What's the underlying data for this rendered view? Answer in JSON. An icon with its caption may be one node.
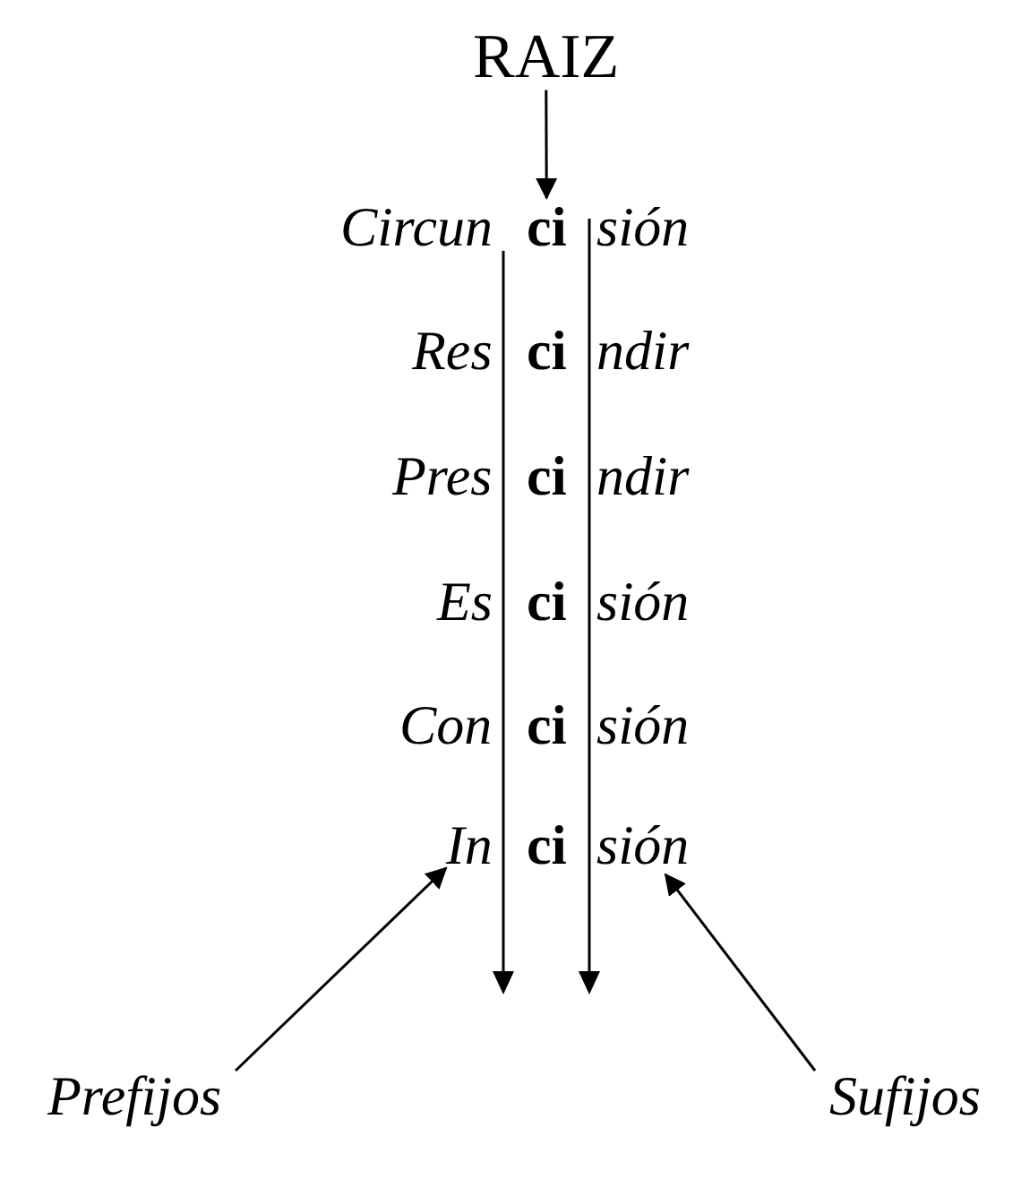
{
  "diagram": {
    "nodes": [
      {
        "text": [
          "RAIZ"
        ]
      },
      {
        "text": [
          "ci"
        ]
      },
      {
        "text": [
          "In"
        ]
      },
      {
        "text": [
          "sión"
        ]
      },
      {
        "text": [
          "Prefijos"
        ]
      },
      {
        "text": [
          "Sufijos"
        ]
      }
    ],
    "edges": [
      {
        "from": 0,
        "to": 1,
        "arrow": "to"
      },
      {
        "from": 4,
        "to": 2,
        "arrow": "to"
      },
      {
        "from": 5,
        "to": 3,
        "arrow": "to"
      }
    ],
    "labels": [
      "Circun",
      "sión",
      "Res",
      "ci",
      "ndir",
      "Pres",
      "ci",
      "ndir",
      "Es",
      "ci",
      "sión",
      "Con",
      "ci",
      "sión",
      "ci"
    ]
  }
}
